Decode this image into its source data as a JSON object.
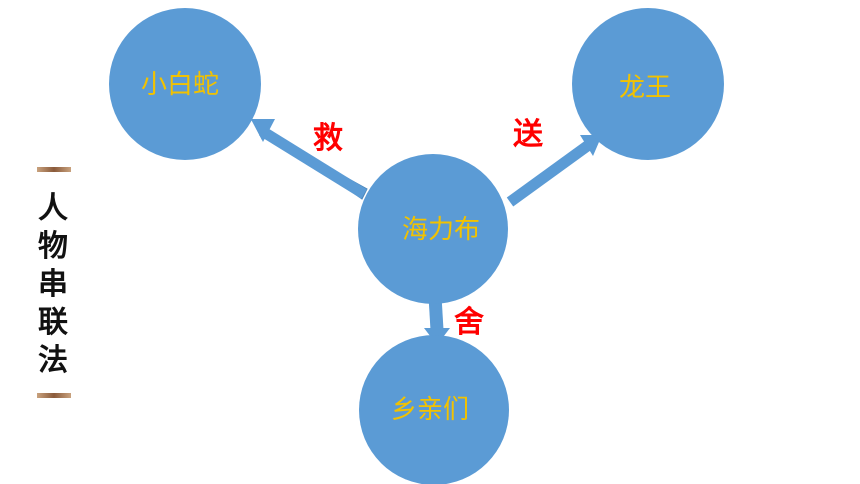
{
  "side_title": {
    "chars": [
      "人",
      "物",
      "串",
      "联",
      "法"
    ]
  },
  "nodes": {
    "center": {
      "label": "海力布"
    },
    "snake": {
      "label": "小白蛇"
    },
    "dragon": {
      "label": "龙王"
    },
    "villagers": {
      "label": "乡亲们"
    }
  },
  "edges": {
    "save": {
      "label": "救"
    },
    "send": {
      "label": "送"
    },
    "give_up": {
      "label": "舍"
    }
  },
  "colors": {
    "node_fill": "#5b9bd5",
    "node_text": "#f2c200",
    "edge_text": "#ff0000",
    "arrow": "#5b9bd5"
  }
}
